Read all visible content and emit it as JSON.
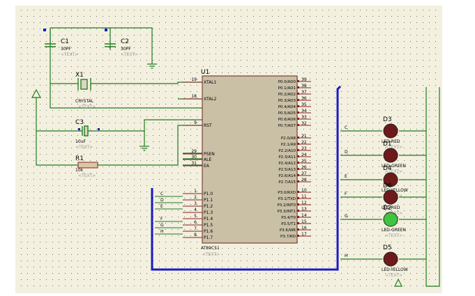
{
  "colors": {
    "sheet": "#f3f0df",
    "grid": "#6b6b6b",
    "wire": "#1f7a1f",
    "bus": "#1a1ac4",
    "chip_body": "#c9c0a6",
    "chip_border": "#6b2222",
    "pin": "#8a1f1f",
    "part_text": "#000000",
    "ghost_text": "#9a9a9a",
    "led_off": "#6e1a1a",
    "led_on": "#3fc43f"
  },
  "mcu": {
    "ref": "U1",
    "part": "AT89C51",
    "text_tag": "<TEXT>",
    "left_pins": [
      {
        "num": "19",
        "name": "XTAL1"
      },
      {
        "num": "18",
        "name": "XTAL2"
      },
      {
        "num": "9",
        "name": "RST"
      },
      {
        "num": "29",
        "name": "PSEN"
      },
      {
        "num": "30",
        "name": "ALE"
      },
      {
        "num": "31",
        "name": "EA"
      },
      {
        "num": "1",
        "name": "P1.0"
      },
      {
        "num": "2",
        "name": "P1.1"
      },
      {
        "num": "3",
        "name": "P1.2"
      },
      {
        "num": "4",
        "name": "P1.3"
      },
      {
        "num": "5",
        "name": "P1.4"
      },
      {
        "num": "6",
        "name": "P1.5"
      },
      {
        "num": "7",
        "name": "P1.6"
      },
      {
        "num": "8",
        "name": "P1.7"
      }
    ],
    "right_pins": [
      {
        "num": "39",
        "name": "P0.0/AD0"
      },
      {
        "num": "38",
        "name": "P0.1/AD1"
      },
      {
        "num": "37",
        "name": "P0.2/AD2"
      },
      {
        "num": "36",
        "name": "P0.3/AD3"
      },
      {
        "num": "35",
        "name": "P0.4/AD4"
      },
      {
        "num": "34",
        "name": "P0.5/AD5"
      },
      {
        "num": "33",
        "name": "P0.6/AD6"
      },
      {
        "num": "32",
        "name": "P0.7/AD7"
      },
      {
        "num": "21",
        "name": "P2.0/A8"
      },
      {
        "num": "22",
        "name": "P2.1/A9"
      },
      {
        "num": "23",
        "name": "P2.2/A10"
      },
      {
        "num": "24",
        "name": "P2.3/A11"
      },
      {
        "num": "25",
        "name": "P2.4/A12"
      },
      {
        "num": "26",
        "name": "P2.5/A13"
      },
      {
        "num": "27",
        "name": "P2.6/A14"
      },
      {
        "num": "28",
        "name": "P2.7/A15"
      },
      {
        "num": "10",
        "name": "P3.0/RXD"
      },
      {
        "num": "11",
        "name": "P3.1/TXD"
      },
      {
        "num": "12",
        "name": "P3.2/INT0"
      },
      {
        "num": "13",
        "name": "P3.3/INT1"
      },
      {
        "num": "14",
        "name": "P3.4/T0"
      },
      {
        "num": "15",
        "name": "P3.5/T1"
      },
      {
        "num": "16",
        "name": "P3.6/WR"
      },
      {
        "num": "17",
        "name": "P3.7/RD"
      }
    ]
  },
  "bus_labels_left": [
    "C",
    "D",
    "E",
    "F",
    "G",
    "H"
  ],
  "bus_labels_right": [
    "C",
    "D",
    "E",
    "F",
    "G",
    "H"
  ],
  "components": {
    "c1": {
      "ref": "C1",
      "value": "30PF",
      "tag": "<TEXT>"
    },
    "c2": {
      "ref": "C2",
      "value": "30PF",
      "tag": "<TEXT>"
    },
    "x1": {
      "ref": "X1",
      "value": "CRYSTAL",
      "tag": "<TEXT>"
    },
    "c3": {
      "ref": "C3",
      "value": "10uF",
      "tag": "<TEXT>"
    },
    "r1": {
      "ref": "R1",
      "value": "10k",
      "tag": "<TEXT>"
    }
  },
  "leds": [
    {
      "ref": "D3",
      "value": "LED-RED",
      "tag": "<TEXT>",
      "lit": false
    },
    {
      "ref": "D1",
      "value": "LED-GREEN",
      "tag": "<TEXT>",
      "lit": false
    },
    {
      "ref": "D4",
      "value": "LED-YELLOW",
      "tag": "<TEXT>",
      "lit": false
    },
    {
      "ref": "D6",
      "value": "LED-RED",
      "tag": "<TEXT>",
      "lit": false
    },
    {
      "ref": "D2",
      "value": "LED-GREEN",
      "tag": "<TEXT>",
      "lit": true
    },
    {
      "ref": "D5",
      "value": "LED-YELLOW",
      "tag": "<TEXT>",
      "lit": false
    }
  ]
}
